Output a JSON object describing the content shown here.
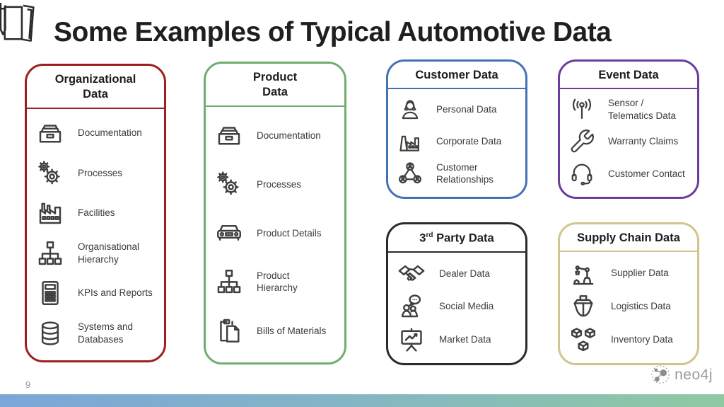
{
  "slide": {
    "title": "Some Examples of Typical Automotive Data"
  },
  "boxes": [
    {
      "id": "organizational",
      "title": "Organizational Data",
      "title_line1": "Organizational",
      "title_line2": "Data",
      "border_color": "#9E1F1E",
      "items": [
        {
          "icon": "archive-drawer-icon",
          "label": "Documentation"
        },
        {
          "icon": "gears-icon",
          "label": "Processes"
        },
        {
          "icon": "factory-icon",
          "label": "Facilities"
        },
        {
          "icon": "hierarchy-icon",
          "label": "Organisational Hierarchy"
        },
        {
          "icon": "calculator-icon",
          "label": "KPIs and Reports"
        },
        {
          "icon": "database-icon",
          "label": "Systems and Databases"
        }
      ]
    },
    {
      "id": "product",
      "title": "Product Data",
      "title_line1": "Product",
      "title_line2": "Data",
      "border_color": "#6FAD6F",
      "items": [
        {
          "icon": "archive-drawer-icon",
          "label": "Documentation"
        },
        {
          "icon": "gears-icon",
          "label": "Processes"
        },
        {
          "icon": "car-icon",
          "label": "Product Details"
        },
        {
          "icon": "hierarchy-icon",
          "label": "Product Hierarchy"
        },
        {
          "icon": "clipboard-icon",
          "label": "Bills of Materials"
        }
      ]
    },
    {
      "id": "customer",
      "title": "Customer Data",
      "border_color": "#4472B4",
      "items": [
        {
          "icon": "person-woman-icon",
          "label": "Personal Data"
        },
        {
          "icon": "corporate-factory-icon",
          "label": "Corporate Data"
        },
        {
          "icon": "network-people-icon",
          "label": "Customer Relationships"
        }
      ]
    },
    {
      "id": "event",
      "title": "Event Data",
      "border_color": "#6A3D9E",
      "items": [
        {
          "icon": "antenna-icon",
          "label": "Sensor / Telematics Data"
        },
        {
          "icon": "wrench-icon",
          "label": "Warranty Claims"
        },
        {
          "icon": "headset-icon",
          "label": "Customer Contact"
        }
      ]
    },
    {
      "id": "third-party",
      "title": "3rd Party Data",
      "title_num": "3",
      "title_sup": "rd",
      "title_rest": " Party Data",
      "border_color": "#2B2B2B",
      "items": [
        {
          "icon": "handshake-icon",
          "label": "Dealer Data"
        },
        {
          "icon": "social-media-icon",
          "label": "Social Media"
        },
        {
          "icon": "presentation-chart-icon",
          "label": "Market Data"
        }
      ]
    },
    {
      "id": "supply-chain",
      "title": "Supply Chain Data",
      "border_color": "#D2C48C",
      "items": [
        {
          "icon": "robot-arm-icon",
          "label": "Supplier Data"
        },
        {
          "icon": "ship-icon",
          "label": "Logistics Data"
        },
        {
          "icon": "boxes-icon",
          "label": "Inventory Data"
        }
      ]
    }
  ],
  "footer": {
    "page_number": "9",
    "logo_text": "neo4j",
    "gradient_left": "#7CA6D8",
    "gradient_right": "#8FC9A2"
  }
}
